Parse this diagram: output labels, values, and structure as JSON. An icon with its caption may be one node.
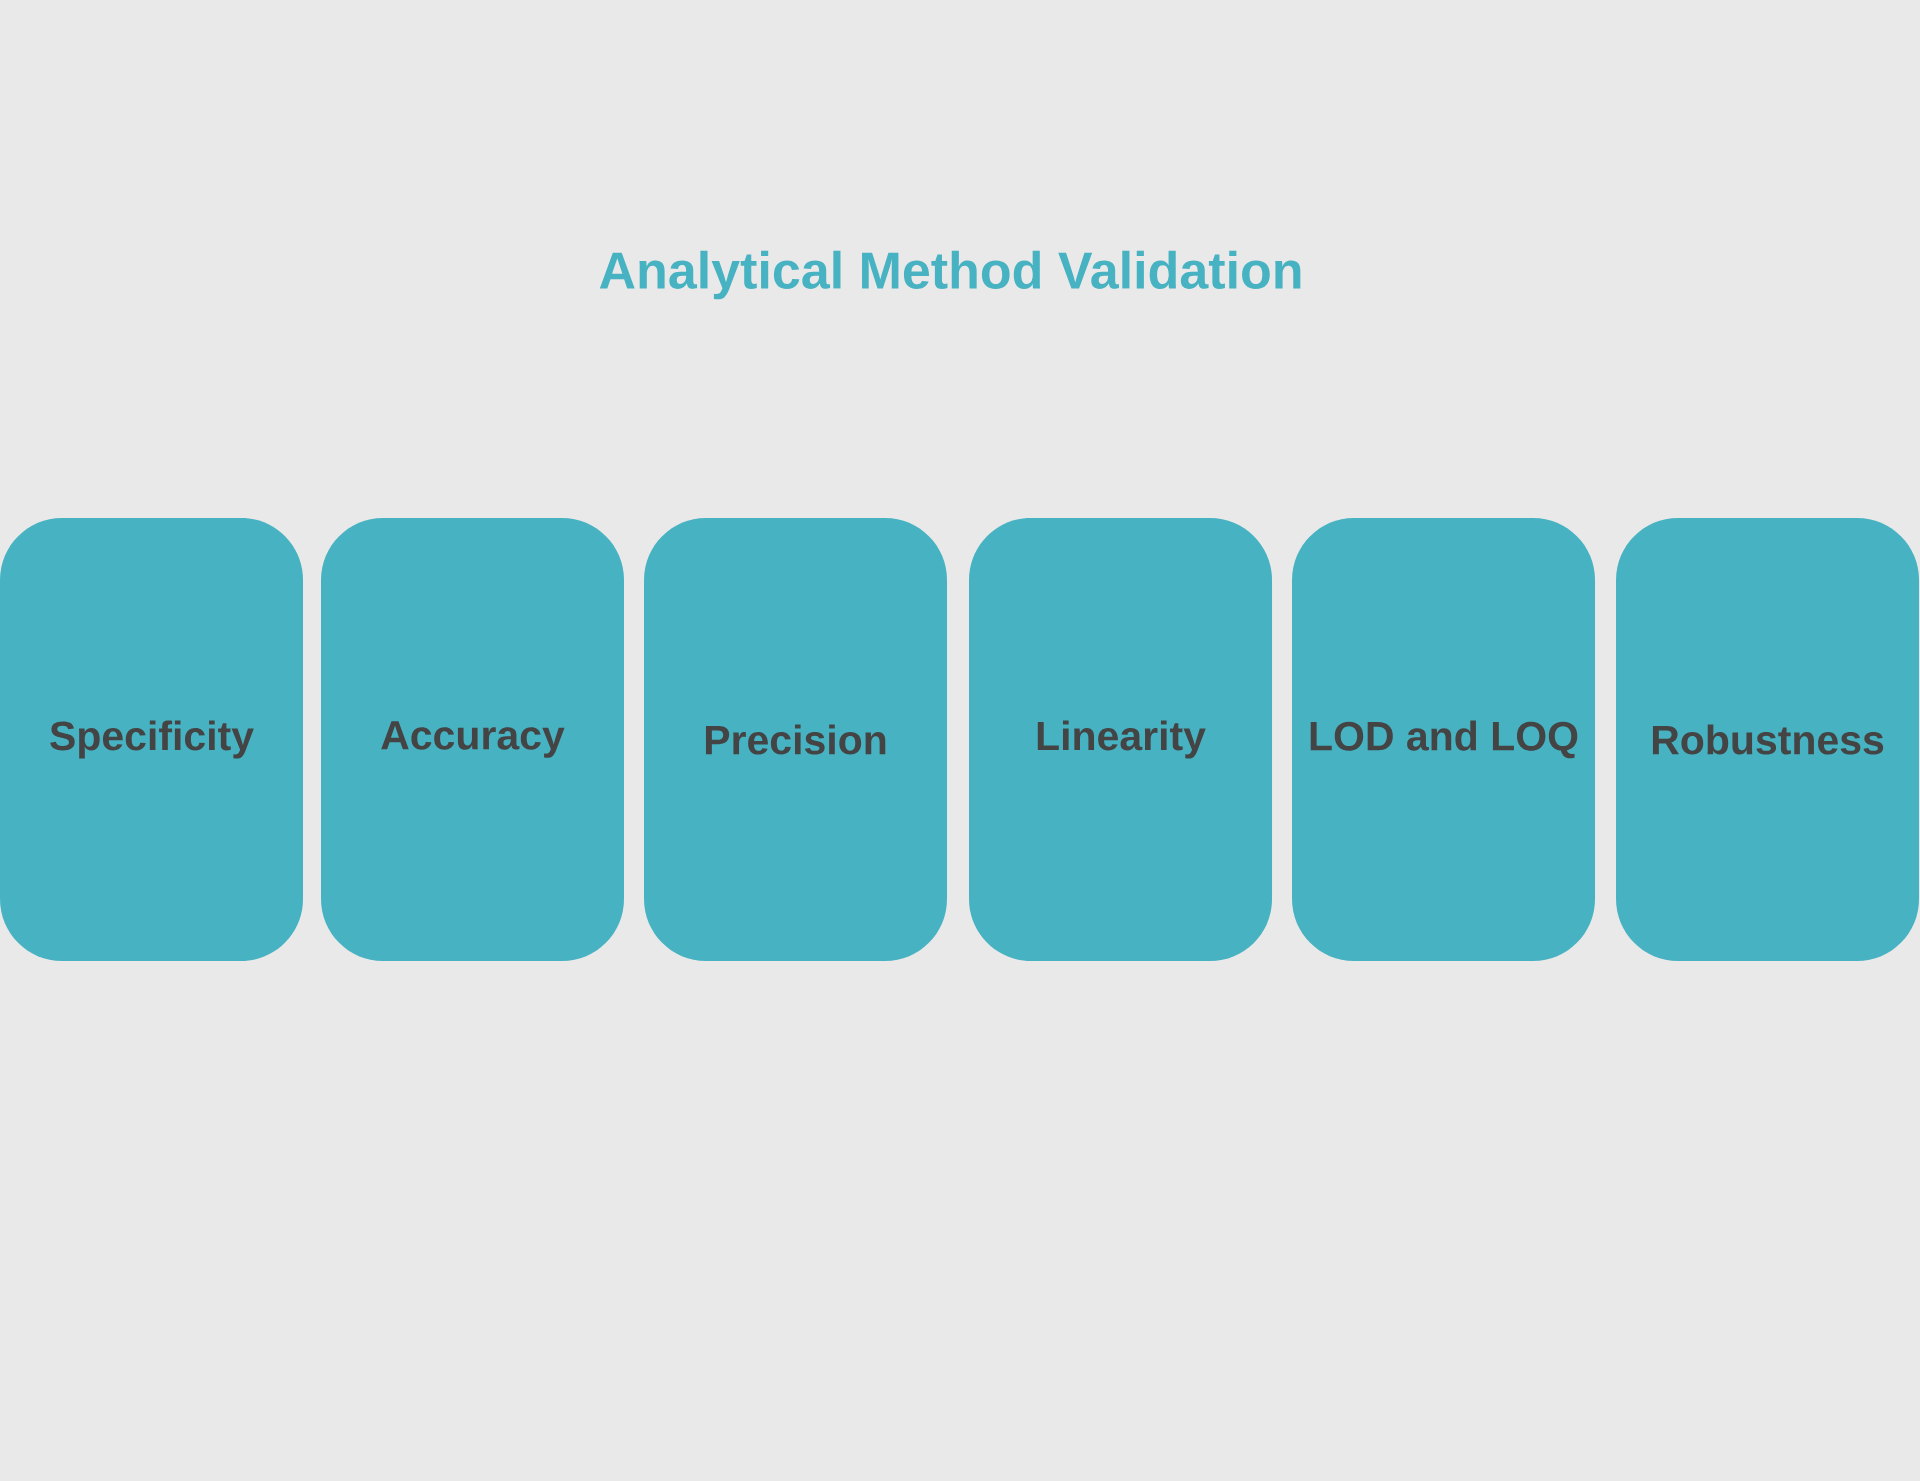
{
  "diagram": {
    "title": "Analytical Method Validation",
    "nodes": [
      {
        "text": [
          "Specificity"
        ]
      },
      {
        "text": [
          "Accuracy"
        ]
      },
      {
        "text": [
          "Precision"
        ]
      },
      {
        "text": [
          "Linearity"
        ]
      },
      {
        "text": [
          "LOD and LOQ"
        ]
      },
      {
        "text": [
          "Robustness"
        ]
      }
    ]
  }
}
